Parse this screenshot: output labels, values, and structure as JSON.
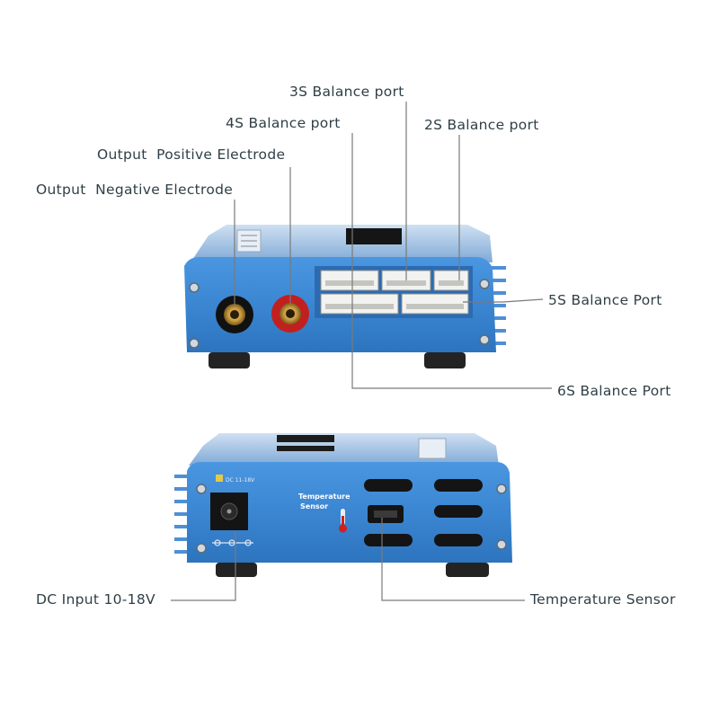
{
  "labels": {
    "balance_3s": "3S Balance port",
    "balance_4s": "4S Balance port",
    "balance_2s": "2S Balance port",
    "output_positive": "Output  Positive Electrode",
    "output_negative": "Output  Negative Electrode",
    "balance_5s": "5S Balance Port",
    "balance_6s": "6S Balance Port",
    "dc_input": "DC Input 10-18V",
    "temperature_sensor": "Temperature Sensor"
  },
  "panel": {
    "dc_marking": "DC 11-18V",
    "temperature_sensor_line1": "Temperature",
    "temperature_sensor_line2": "Sensor"
  },
  "colors": {
    "body_blue": "#3c86d4",
    "body_blue_dark": "#1f5fa8",
    "leader_line": "#7a7a7a",
    "label_text": "#2f3f46",
    "positive_terminal": "#c81e1e",
    "negative_terminal": "#1a1a1a"
  }
}
